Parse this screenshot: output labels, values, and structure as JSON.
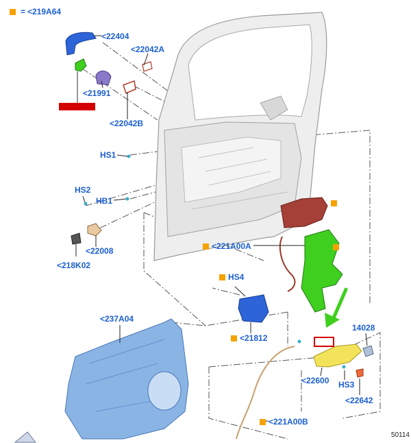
{
  "legend": {
    "symbol_color": "#f5a300",
    "equals": "=",
    "label": "<219A64"
  },
  "callouts": [
    {
      "id": "22404",
      "text": "<22404"
    },
    {
      "id": "22042A",
      "text": "<22042A"
    },
    {
      "id": "21991",
      "text": "<21991"
    },
    {
      "id": "22042B",
      "text": "<22042B"
    },
    {
      "id": "HS1",
      "text": "HS1"
    },
    {
      "id": "HS2",
      "text": "HS2"
    },
    {
      "id": "HB1",
      "text": "HB1"
    },
    {
      "id": "22008",
      "text": "<22008"
    },
    {
      "id": "218K02",
      "text": "<218K02"
    },
    {
      "id": "221A00A",
      "text": "<221A00A"
    },
    {
      "id": "HS4",
      "text": "HS4"
    },
    {
      "id": "21812",
      "text": "<21812"
    },
    {
      "id": "237A04",
      "text": "<237A04"
    },
    {
      "id": "14028",
      "text": "14028"
    },
    {
      "id": "22600",
      "text": "<22600"
    },
    {
      "id": "HS3",
      "text": "HS3"
    },
    {
      "id": "22642",
      "text": "<22642"
    },
    {
      "id": "221A00B",
      "text": "<221A00B"
    }
  ],
  "reference_number": "50114",
  "colors": {
    "label_blue": "#1a5fd0",
    "marker_orange": "#f5a300",
    "highlight_red": "#d40000",
    "arrow_green": "#3fcf1f"
  }
}
